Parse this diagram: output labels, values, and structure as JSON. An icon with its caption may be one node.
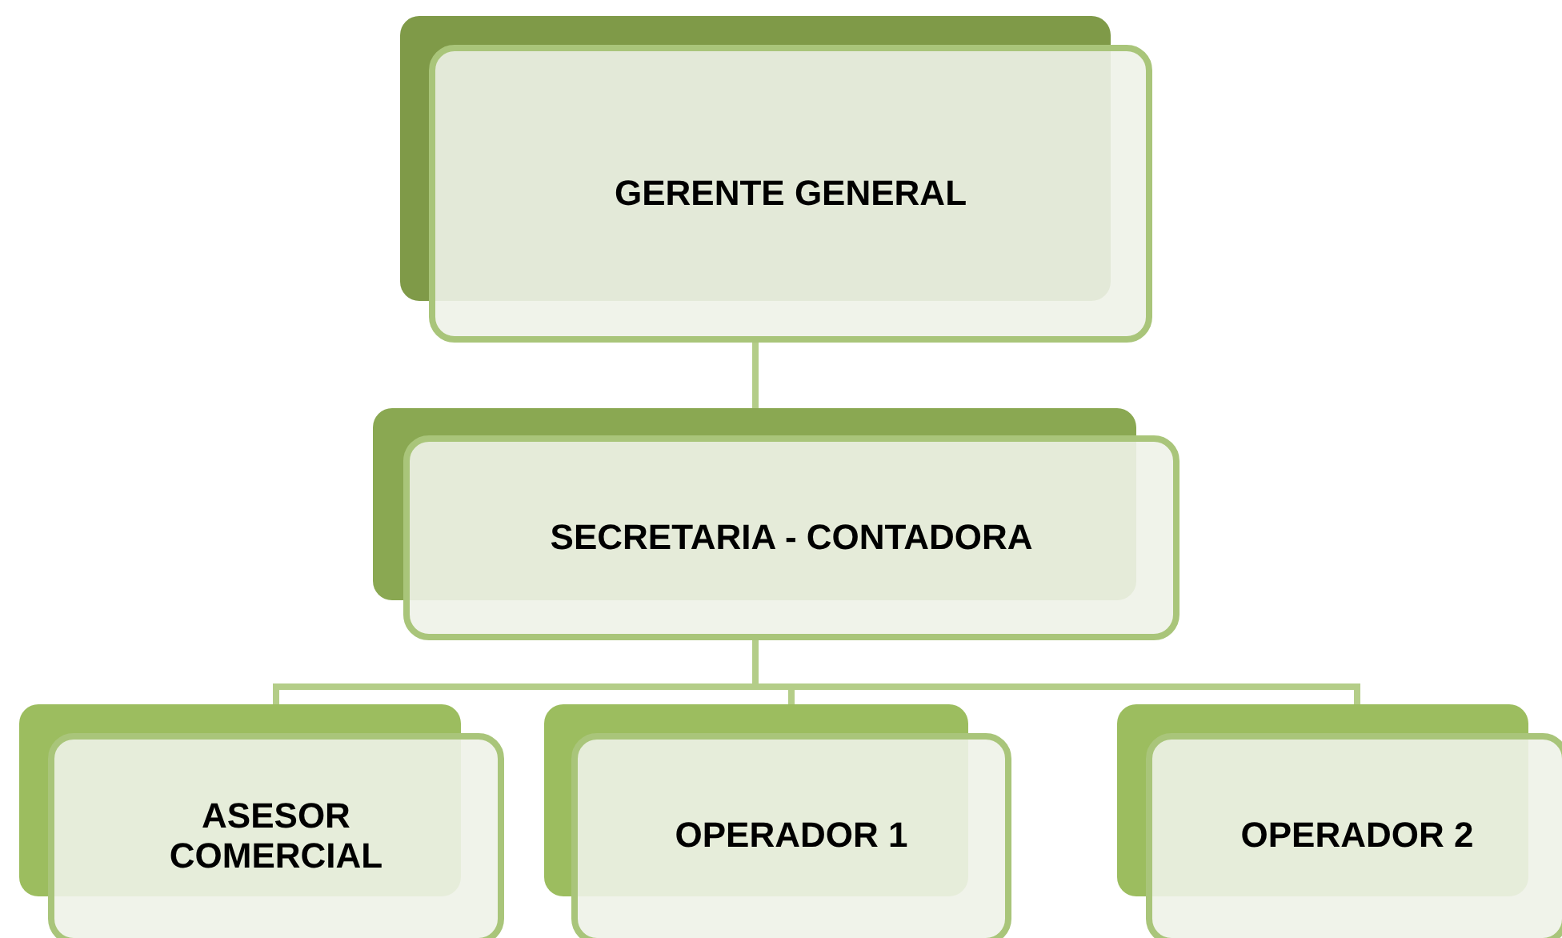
{
  "diagram": {
    "nodes": [
      {
        "text": [
          "GERENTE GENERAL"
        ]
      },
      {
        "text": [
          "SECRETARIA - CONTADORA"
        ]
      },
      {
        "text": [
          "ASESOR COMERCIAL"
        ]
      },
      {
        "text": [
          "OPERADOR 1"
        ]
      },
      {
        "text": [
          "OPERADOR 2"
        ]
      }
    ],
    "edges": [
      {
        "from": 0,
        "to": 1,
        "arrow": "none"
      },
      {
        "from": 1,
        "to": 2,
        "arrow": "none"
      },
      {
        "from": 1,
        "to": 3,
        "arrow": "none"
      },
      {
        "from": 1,
        "to": 4,
        "arrow": "none"
      }
    ]
  }
}
